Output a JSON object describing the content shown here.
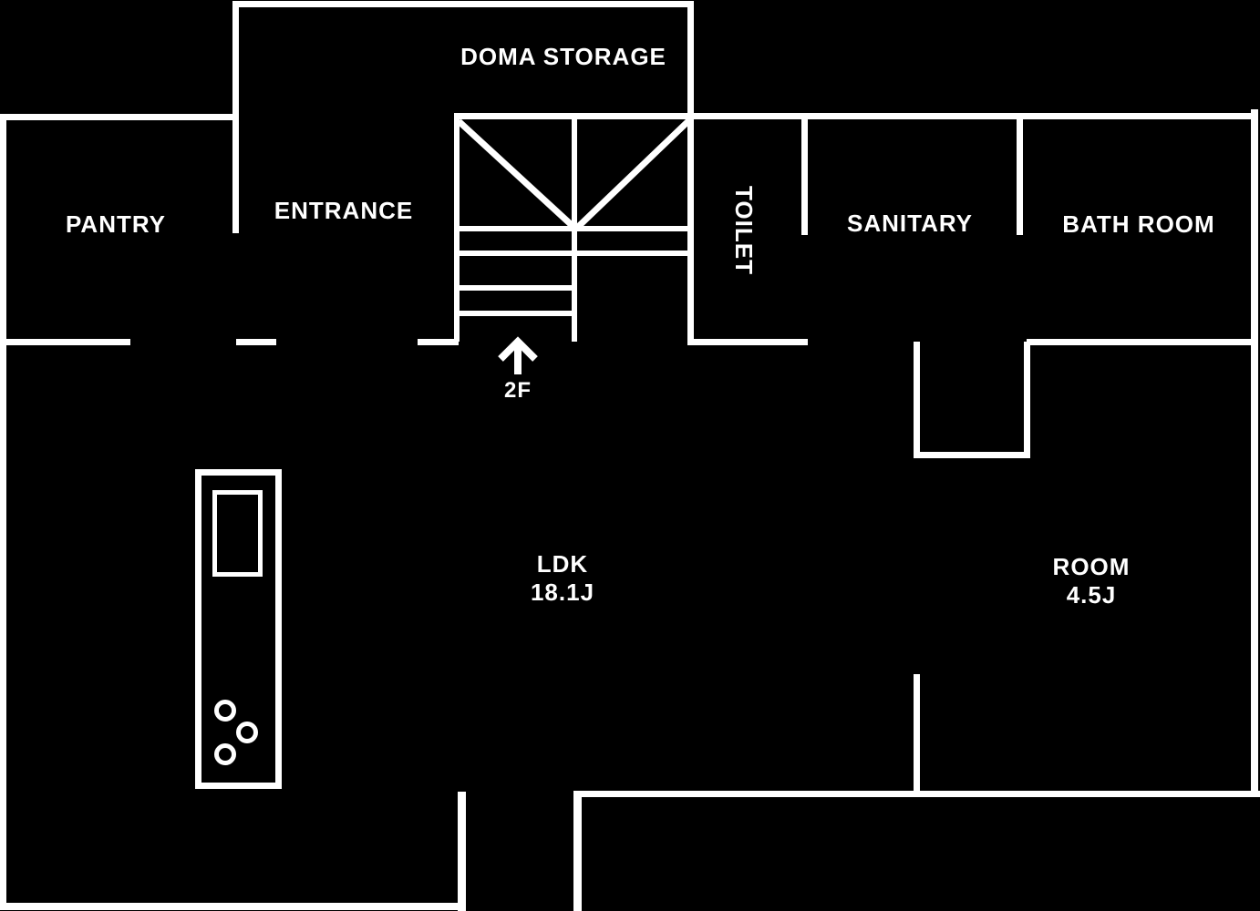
{
  "meta": {
    "type": "floor-plan"
  },
  "colors": {
    "background": "#000000",
    "line": "#ffffff",
    "text": "#ffffff"
  },
  "labels": {
    "pantry": "PANTRY",
    "entrance": "ENTRANCE",
    "doma_storage": "DOMA STORAGE",
    "toilet": "TOILET",
    "sanitary": "SANITARY",
    "bath_room": "BATH ROOM",
    "ldk_name": "LDK",
    "ldk_size": "18.1J",
    "room_name": "ROOM",
    "room_size": "4.5J",
    "stairs_to": "2F"
  },
  "icons": {
    "stairs_arrow": "up-arrow",
    "stair_direction": "chevron-diagonals",
    "burners": "stove-burner"
  }
}
